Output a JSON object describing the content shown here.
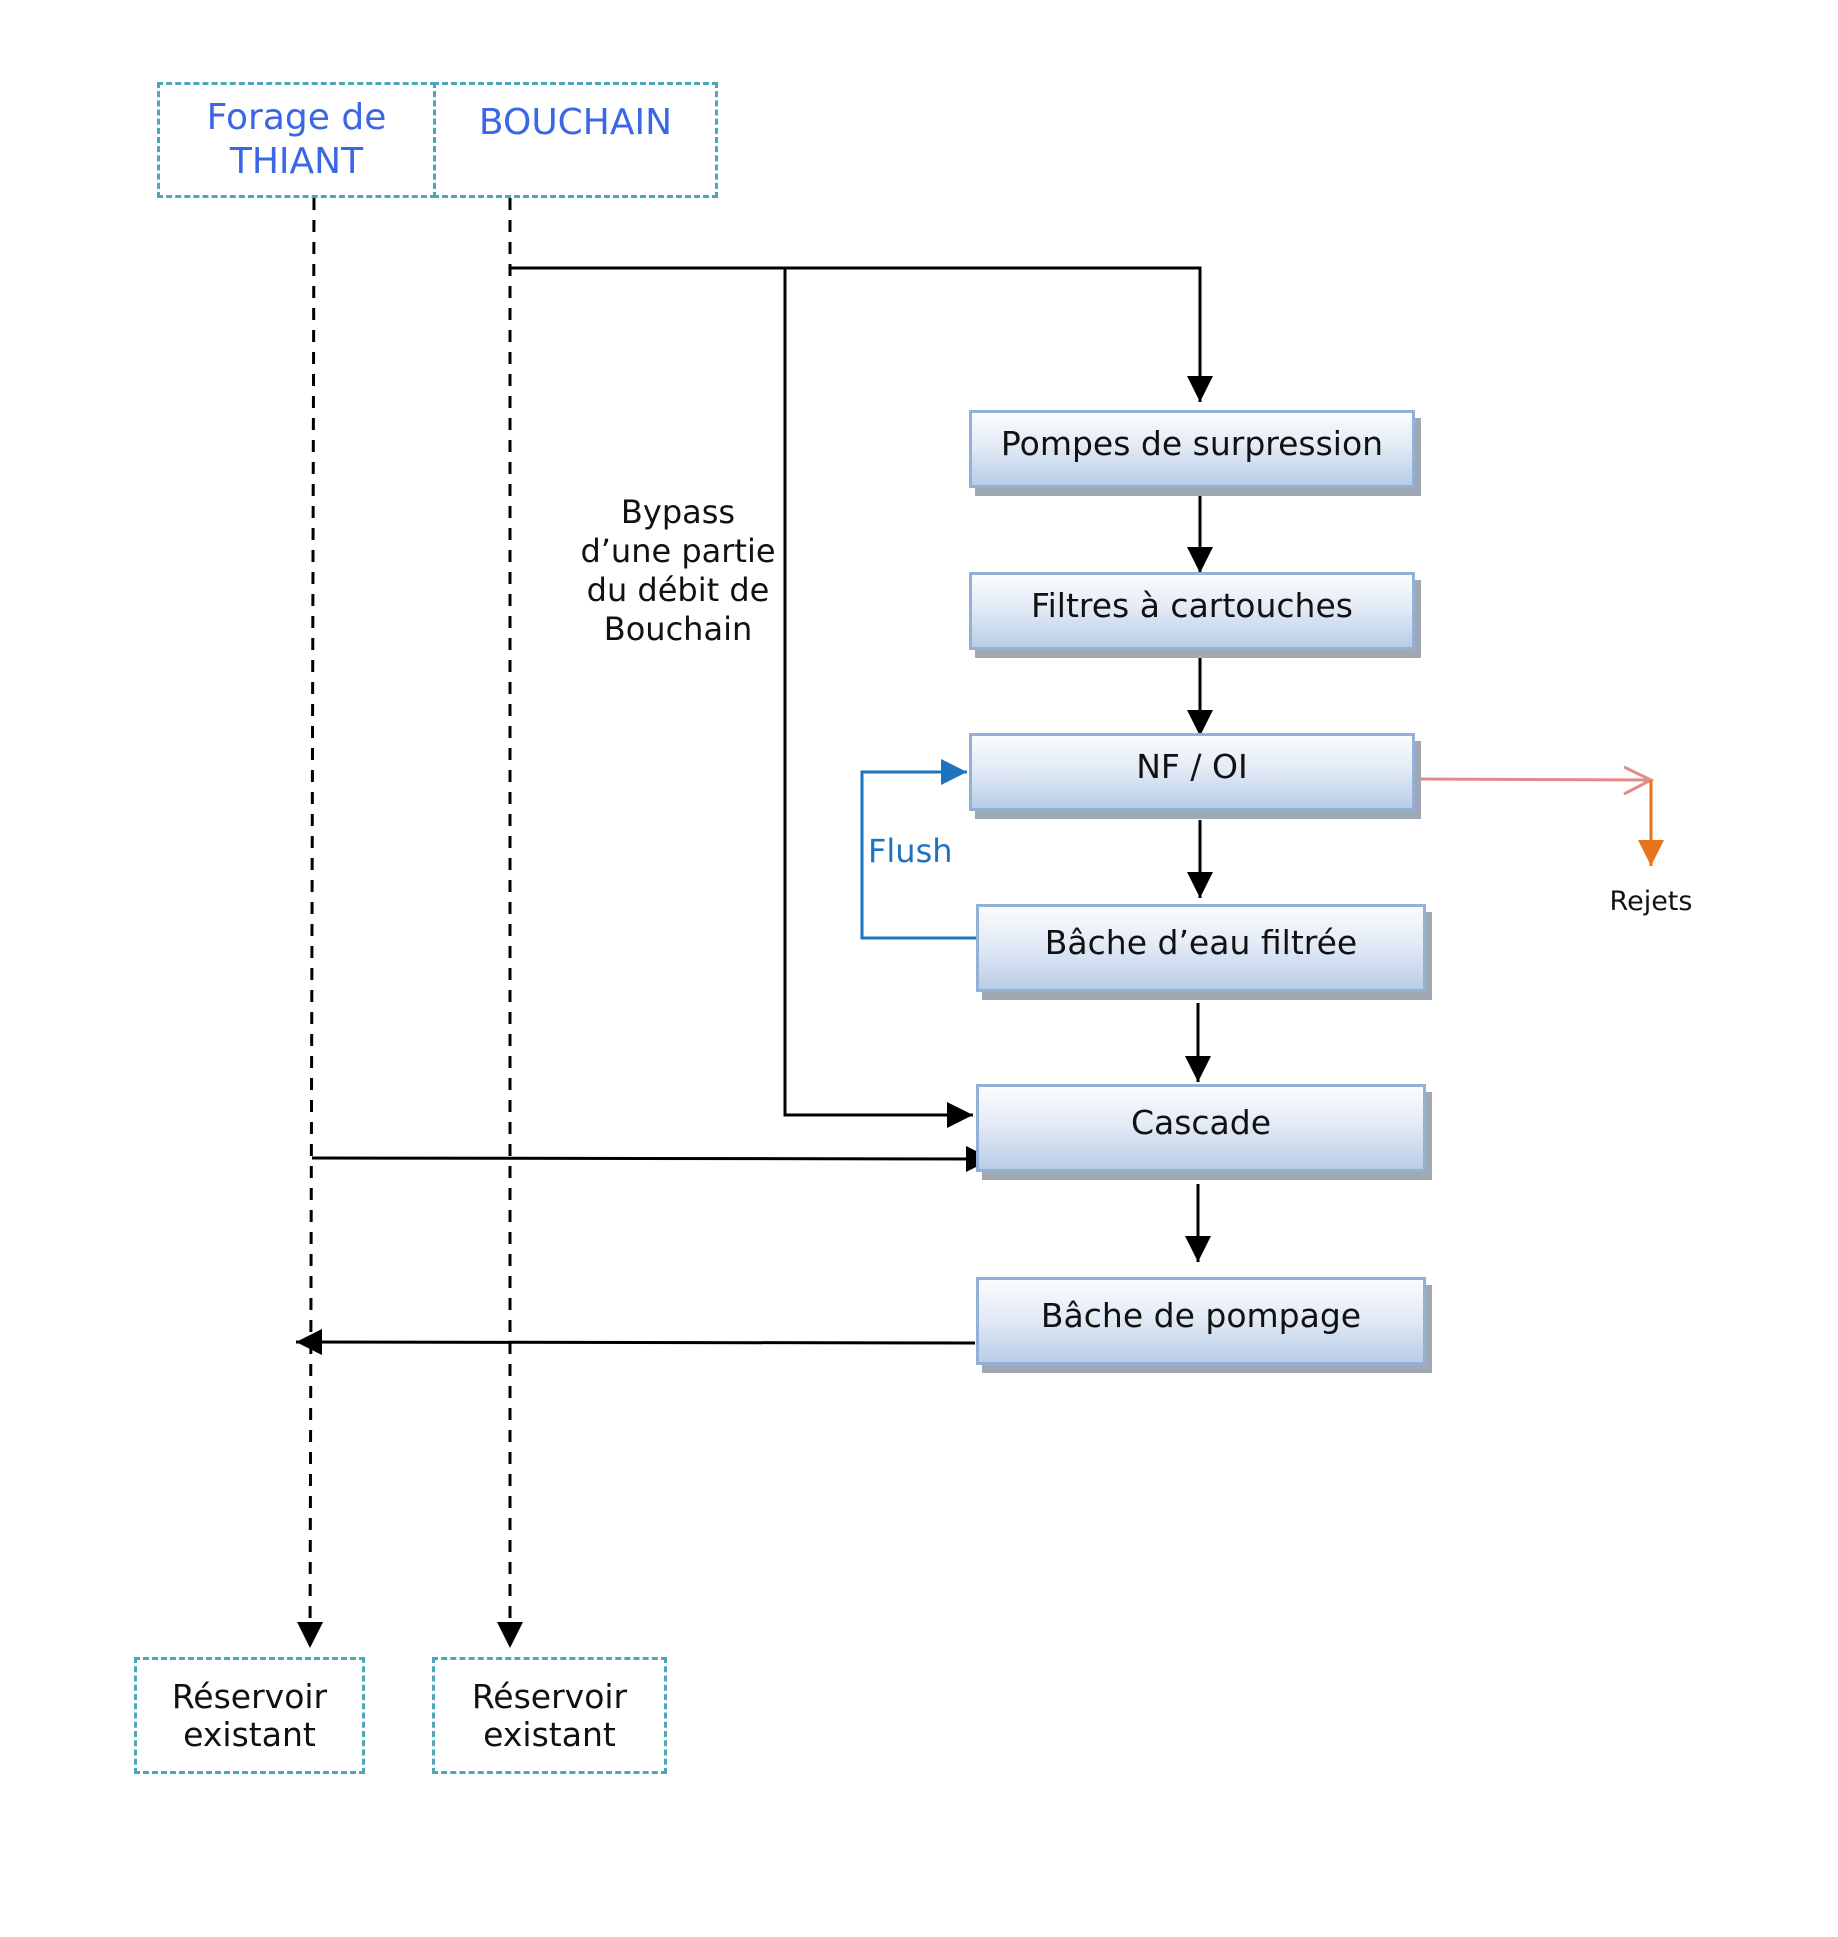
{
  "sources": {
    "thiant": "Forage de THIANT",
    "bouchain": "BOUCHAIN"
  },
  "process": {
    "pompes": "Pompes de surpression",
    "filtres": "Filtres à cartouches",
    "nfoi": "NF / OI",
    "bache_filtree": "Bâche d’eau filtrée",
    "cascade": "Cascade",
    "bache_pompage": "Bâche de pompage"
  },
  "labels": {
    "bypass": "Bypass d’une partie du débit de Bouchain",
    "flush": "Flush",
    "rejets": "Rejets"
  },
  "reservoirs": {
    "left": "Réservoir existant",
    "right": "Réservoir existant"
  },
  "colors": {
    "source_border": "#4fa6b8",
    "source_text": "#3b66e6",
    "flush": "#1f72bf",
    "rejets_line": "#e28b8b",
    "rejets_arrow": "#e8731f"
  }
}
